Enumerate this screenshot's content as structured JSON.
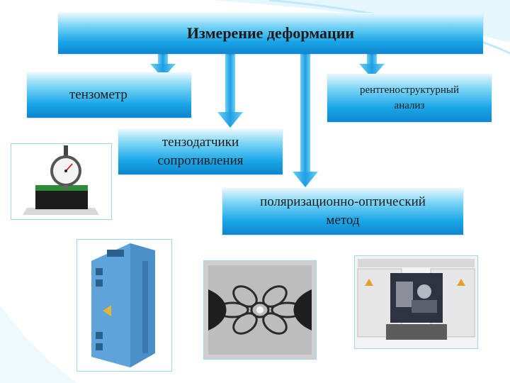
{
  "title": "Измерение деформации",
  "boxes": {
    "tenzometr": "тензометр",
    "rentgen_line1": "рентгеноструктурный",
    "rentgen_line2": "анализ",
    "tenzodatchiki_line1": "тензодатчики",
    "tenzodatchiki_line2": "сопротивления",
    "polar_line1": "поляризационно-оптический",
    "polar_line2": "метод"
  },
  "icons": {
    "arrow": "arrow-down-icon"
  },
  "colors": {
    "box_light": "#e9f8fe",
    "box_dark": "#0f86cf",
    "arrow": "#1e9fe3"
  }
}
